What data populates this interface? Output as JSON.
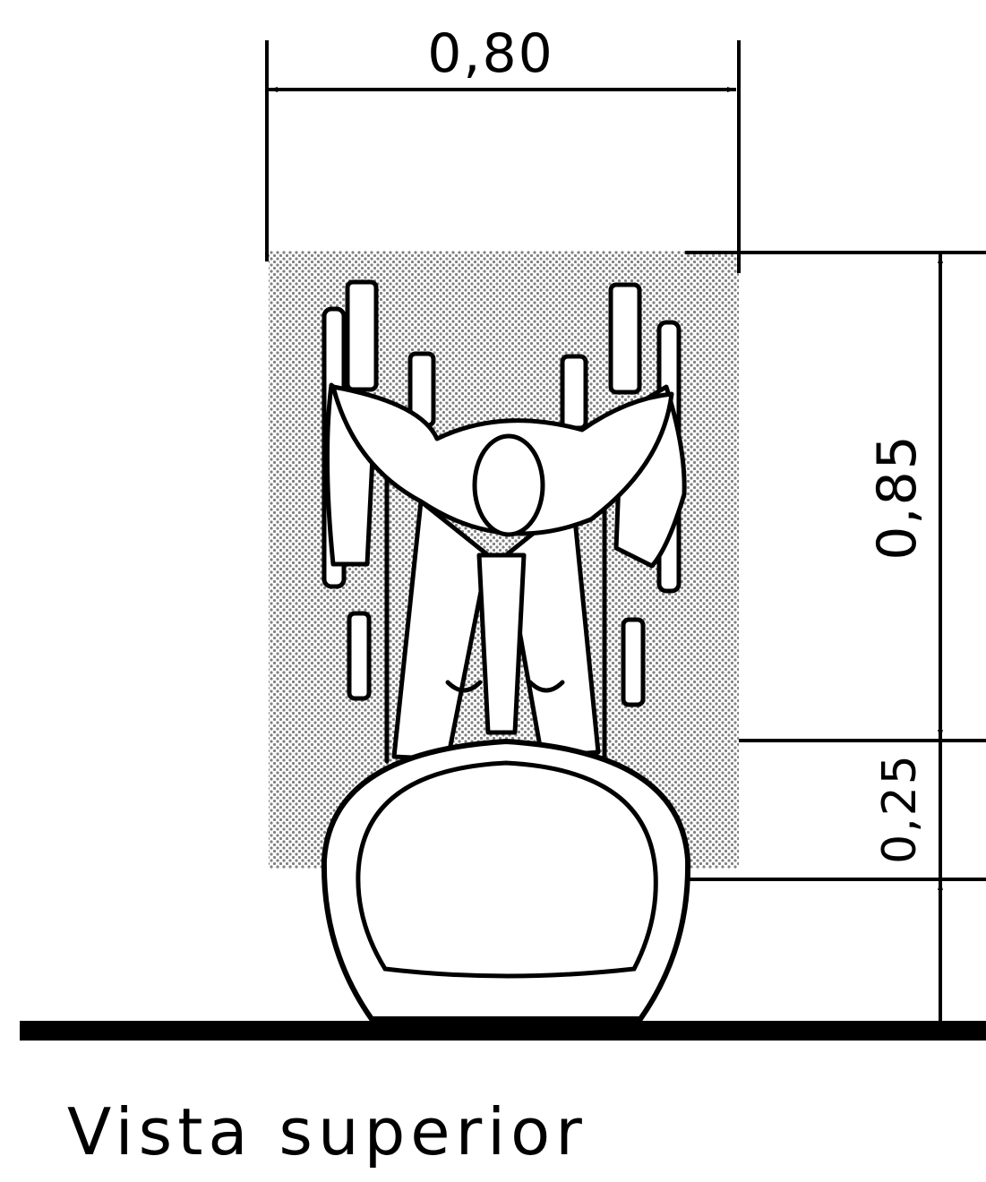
{
  "dimensions": {
    "width": "0,80",
    "depth": "0,85",
    "clearance": "0,25"
  },
  "caption": "Vista superior",
  "colors": {
    "ink": "#000000",
    "hatch": "#8a8a8a",
    "background": "#ffffff"
  }
}
